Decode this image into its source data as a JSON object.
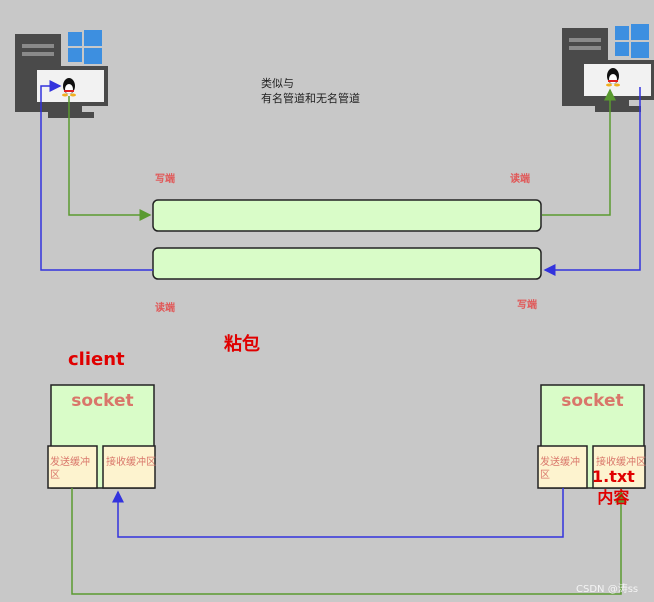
{
  "note": {
    "line1": "类似与",
    "line2": "有名管道和无名管道"
  },
  "pipe_labels": {
    "left_write": "写端",
    "right_read": "读端",
    "left_read": "读端",
    "right_write": "写端"
  },
  "title": "粘包",
  "client_label": "client",
  "left_socket": {
    "title": "socket",
    "send_buffer": "发送缓冲区",
    "recv_buffer": "接收缓冲区"
  },
  "right_socket": {
    "title": "socket",
    "send_buffer": "发送缓冲区",
    "recv_buffer": "接收缓冲区"
  },
  "file_note": {
    "line1": "1.txt",
    "line2": "内容"
  },
  "watermark": "CSDN @涛ss",
  "colors": {
    "background": "#c8c8c8",
    "pipe_fill": "#d9fcc8",
    "buffer_fill": "#fdf3cf",
    "green_arrow": "#5a9a30",
    "blue_arrow": "#3333dd",
    "label_red": "#e05a5a",
    "title_red": "#e00000"
  },
  "icons": [
    "computer-tower-icon",
    "monitor-icon",
    "windows-logo-icon",
    "qq-penguin-icon"
  ]
}
